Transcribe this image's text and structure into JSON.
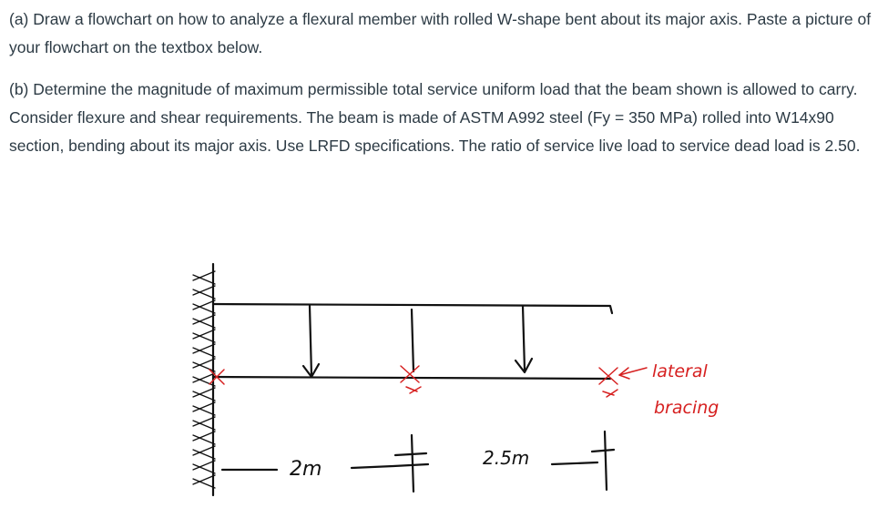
{
  "question": {
    "part_a": "(a) Draw a flowchart on how to analyze a flexural member with rolled W-shape bent about its major axis. Paste a picture of your flowchart on the textbox below.",
    "part_b": "(b) Determine the magnitude of maximum permissible total service uniform load that the beam shown is allowed to carry. Consider flexure and shear requirements. The beam is made of ASTM A992 steel (Fy = 350 MPa) rolled into W14x90 section, bending about its major axis. Use LRFD specifications. The ratio of service live load to service dead load is 2.50."
  },
  "figure": {
    "dim_left": "2m",
    "dim_right": "2.5m",
    "annotation_line1": "lateral",
    "annotation_line2": "bracing",
    "colors": {
      "ink": "#111111",
      "annotation": "#d62020"
    }
  }
}
